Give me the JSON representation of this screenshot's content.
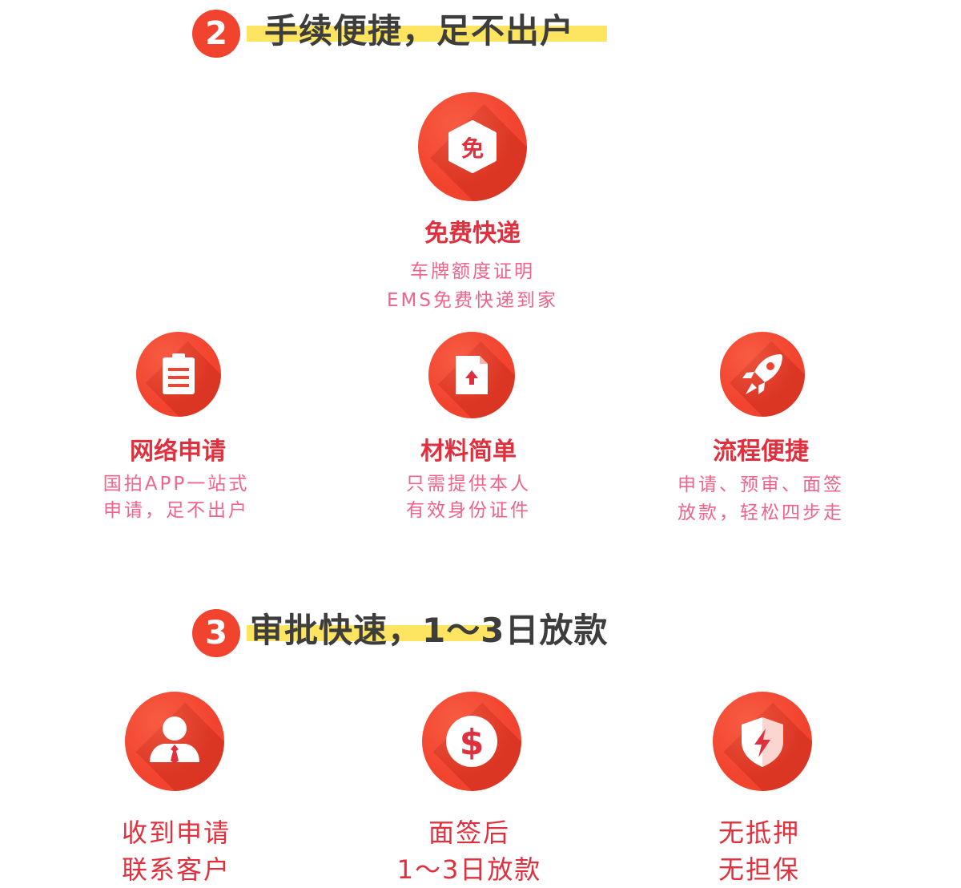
{
  "section2": {
    "number": "2",
    "title": "手续便捷，足不出户",
    "top_feature": {
      "icon": "free-hexagon-icon",
      "icon_char": "免",
      "title": "免费快递",
      "line1": "车牌额度证明",
      "line2": "EMS免费快递到家"
    },
    "features": [
      {
        "icon": "clipboard-icon",
        "title": "网络申请",
        "line1": "国拍APP一站式",
        "line2": "申请，足不出户"
      },
      {
        "icon": "document-upload-icon",
        "title": "材料简单",
        "line1": "只需提供本人",
        "line2": "有效身份证件"
      },
      {
        "icon": "rocket-icon",
        "title": "流程便捷",
        "line1": "申请、预审、面签",
        "line2": "放款，轻松四步走"
      }
    ]
  },
  "section3": {
    "number": "3",
    "title": "审批快速，1～3日放款",
    "features": [
      {
        "icon": "person-icon",
        "line1": "收到申请",
        "line2": "联系客户"
      },
      {
        "icon": "dollar-icon",
        "dollar_char": "$",
        "line1": "面签后",
        "line2": "1～3日放款"
      },
      {
        "icon": "shield-bolt-icon",
        "line1": "无抵押",
        "line2": "无担保"
      }
    ]
  },
  "colors": {
    "accent_red": "#f2432e",
    "shadow_red": "#c92a1b",
    "title_red": "#e0303e",
    "desc_pink": "#f0638a",
    "highlight_yellow": "#fde561",
    "heading_gray": "#3d3d3d"
  }
}
